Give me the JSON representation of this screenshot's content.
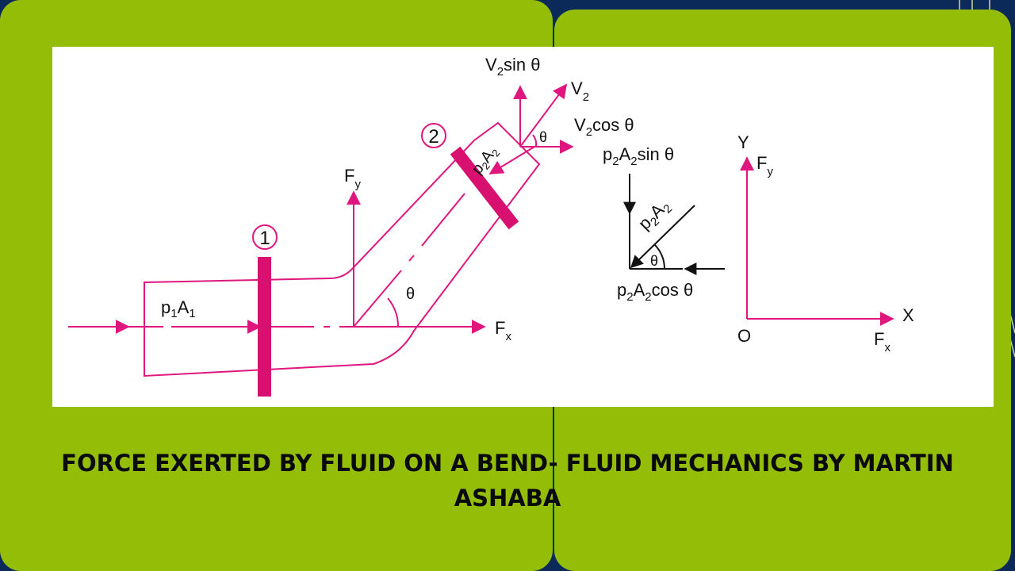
{
  "slide": {
    "caption": "FORCE EXERTED BY FLUID ON A BEND- FLUID MECHANICS BY MARTIN ASHABA"
  },
  "diagram": {
    "section_1": "1",
    "section_2": "2",
    "inlet_force_label": {
      "base1": "p",
      "sub1": "1",
      "base2": "A",
      "sub2": "1"
    },
    "outlet_force_label": {
      "base1": "p",
      "sub1": "2",
      "base2": "A",
      "sub2": "2"
    },
    "fy_label": {
      "base": "F",
      "sub": "y"
    },
    "fx_label": {
      "base": "F",
      "sub": "x"
    },
    "bend_angle": "θ",
    "v2_label": {
      "base": "V",
      "sub": "2"
    },
    "v2_sin": {
      "base": "V",
      "sub": "2",
      "rest": "sin θ"
    },
    "v2_cos": {
      "base": "V",
      "sub": "2",
      "rest": "cos θ"
    },
    "v2_angle": "θ",
    "component_diagram": {
      "p2a2": {
        "base1": "p",
        "sub1": "2",
        "base2": "A",
        "sub2": "2"
      },
      "p2a2_sin": {
        "base1": "p",
        "sub1": "2",
        "base2": "A",
        "sub2": "2",
        "rest": "sin θ"
      },
      "p2a2_cos": {
        "base1": "p",
        "sub1": "2",
        "base2": "A",
        "sub2": "2",
        "rest": "cos θ"
      },
      "angle": "θ"
    },
    "axes": {
      "y_label": "Y",
      "x_label": "X",
      "origin_label": "O",
      "fy": {
        "base": "F",
        "sub": "y"
      },
      "fx": {
        "base": "F",
        "sub": "x"
      }
    },
    "colors": {
      "pipe": "#e0167f",
      "flange": "#d8106f",
      "background_green": "#93bd07",
      "background_navy": "#0b2a5a"
    }
  }
}
